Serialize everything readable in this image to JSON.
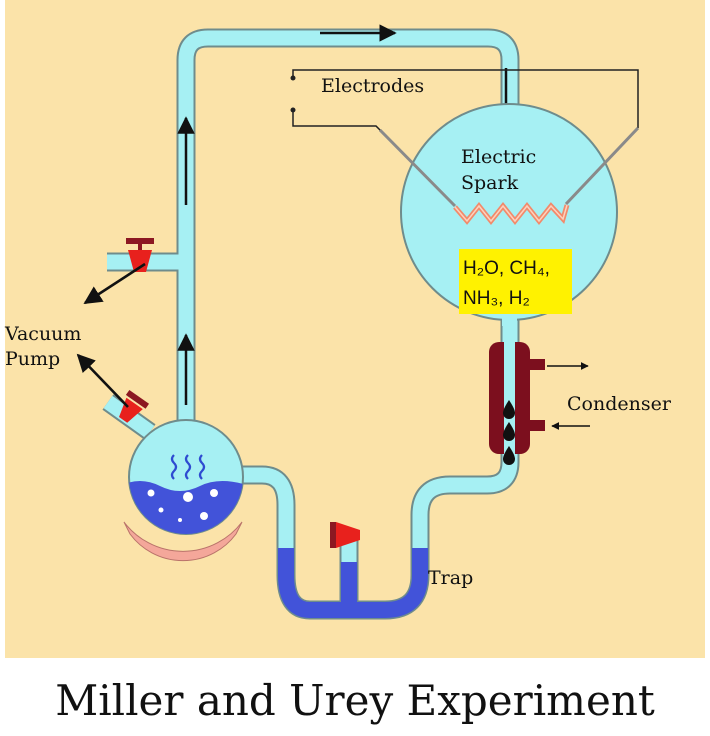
{
  "caption": "Miller and Urey Experiment",
  "labels": {
    "electrodes": "Electrodes",
    "spark_line1": "Electric",
    "spark_line2": "Spark",
    "vacuum_line1": "Vacuum",
    "vacuum_line2": "Pump",
    "condenser": "Condenser",
    "trap": "Trap"
  },
  "gases": {
    "line1": "H₂O, CH₄,",
    "line2": "NH₃, H₂"
  },
  "colors": {
    "background": "#FBE3A9",
    "tube": "#A6F0F3",
    "tube_outline": "#6F8C8C",
    "water": "#4253D9",
    "valve": "#E8211D",
    "valve_dark": "#8C1822",
    "condenser": "#7C0F1E",
    "heater": "#F4A79A",
    "gas_highlight": "#FFF200",
    "spark": "#F28A6B"
  }
}
